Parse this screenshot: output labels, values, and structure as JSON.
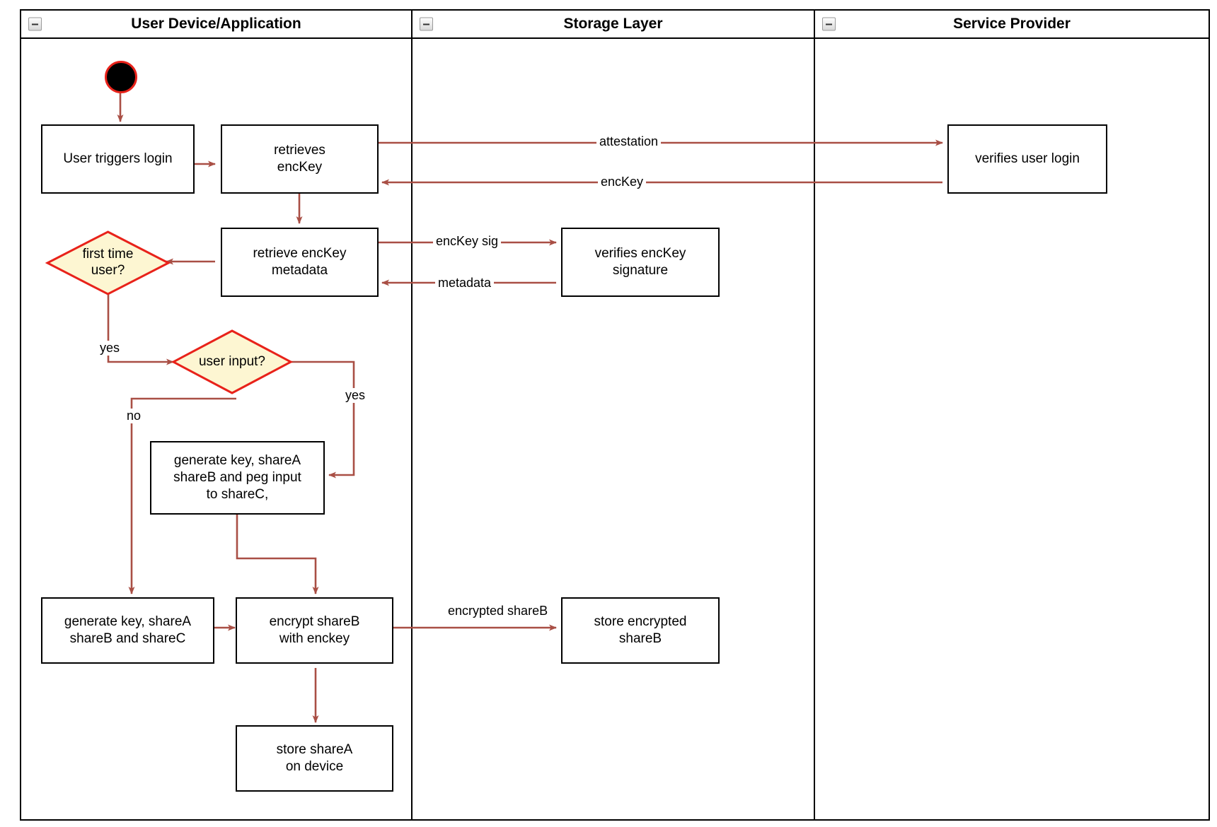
{
  "diagram": {
    "title": "Login / key-share provisioning activity diagram",
    "colors": {
      "edge": "#a94f45",
      "decision_fill": "#fdf6d2",
      "decision_stroke": "#e8221a",
      "node_stroke": "#000000",
      "start_fill": "#000000",
      "start_stroke": "#e8221a"
    }
  },
  "lanes": [
    {
      "id": "user-device",
      "label": "User Device/Application",
      "collapse_icon": "minus-box-icon"
    },
    {
      "id": "storage-layer",
      "label": "Storage Layer",
      "collapse_icon": "minus-box-icon"
    },
    {
      "id": "service-provider",
      "label": "Service Provider",
      "collapse_icon": "minus-box-icon"
    }
  ],
  "nodes": {
    "start": {
      "type": "initial-node",
      "label": ""
    },
    "user_triggers_login": {
      "lane": "user-device",
      "label": "User triggers login"
    },
    "retrieves_enckey": {
      "lane": "user-device",
      "label": "retrieves\nencKey"
    },
    "retrieve_enckey_metadata": {
      "lane": "user-device",
      "label": "retrieve encKey\nmetadata"
    },
    "first_time_user": {
      "lane": "user-device",
      "type": "decision",
      "label": "first time\nuser?"
    },
    "user_input": {
      "lane": "user-device",
      "type": "decision",
      "label": "user input?"
    },
    "generate_peg": {
      "lane": "user-device",
      "label": "generate key, shareA\nshareB and peg input\nto shareC,"
    },
    "generate_shares": {
      "lane": "user-device",
      "label": "generate key, shareA\nshareB and shareC"
    },
    "encrypt_shareb": {
      "lane": "user-device",
      "label": "encrypt shareB\nwith enckey"
    },
    "store_sharea": {
      "lane": "user-device",
      "label": "store shareA\non device"
    },
    "verifies_enckey_signature": {
      "lane": "storage-layer",
      "label": "verifies encKey signature"
    },
    "store_encrypted_shareb": {
      "lane": "storage-layer",
      "label": "store encrypted\nshareB"
    },
    "verifies_user_login": {
      "lane": "service-provider",
      "label": "verifies user login"
    }
  },
  "edge_labels": {
    "attestation": "attestation",
    "enckey": "encKey",
    "enckey_sig": "encKey sig",
    "metadata": "metadata",
    "first_time_yes": "yes",
    "user_input_yes": "yes",
    "user_input_no": "no",
    "encrypted_shareb": "encrypted\nshareB"
  }
}
